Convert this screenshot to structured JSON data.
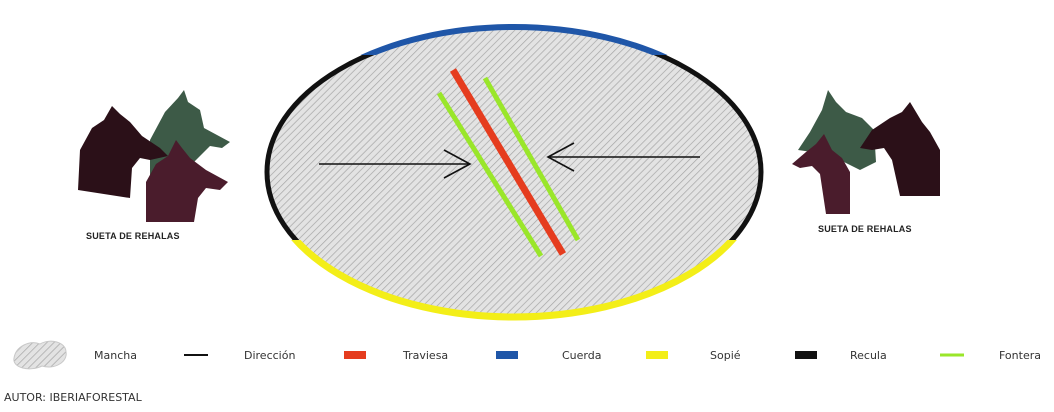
{
  "hound_group_label_left": "SUETA DE REHALAS",
  "hound_group_label_right": "SUETA DE REHALAS",
  "legend": [
    {
      "label": "Mancha",
      "symbol": "hatch-icon",
      "color": "#c8c8c8"
    },
    {
      "label": "Dirección",
      "symbol": "arrow-line-icon",
      "color": "#111111"
    },
    {
      "label": "Traviesa",
      "symbol": "swatch",
      "color": "#e53c1e"
    },
    {
      "label": "Cuerda",
      "symbol": "swatch",
      "color": "#1f56a8"
    },
    {
      "label": "Sopié",
      "symbol": "swatch",
      "color": "#f3ee18"
    },
    {
      "label": "Recula",
      "symbol": "swatch",
      "color": "#111111"
    },
    {
      "label": "Fontera",
      "symbol": "swatch",
      "color": "#9ae62a"
    }
  ],
  "credit": "AUTOR: IBERIAFORESTAL",
  "colors": {
    "mancha_fill": "#dcdcdc",
    "hatch": "#a9a9a9",
    "cuerda": "#1f56a8",
    "sopie": "#f3ee18",
    "recula": "#111111",
    "traviesa": "#e53c1e",
    "fontera": "#9ae62a",
    "dog_dark": "#2b1018",
    "dog_maroon": "#4a1c2c",
    "dog_green": "#3d5a47"
  }
}
